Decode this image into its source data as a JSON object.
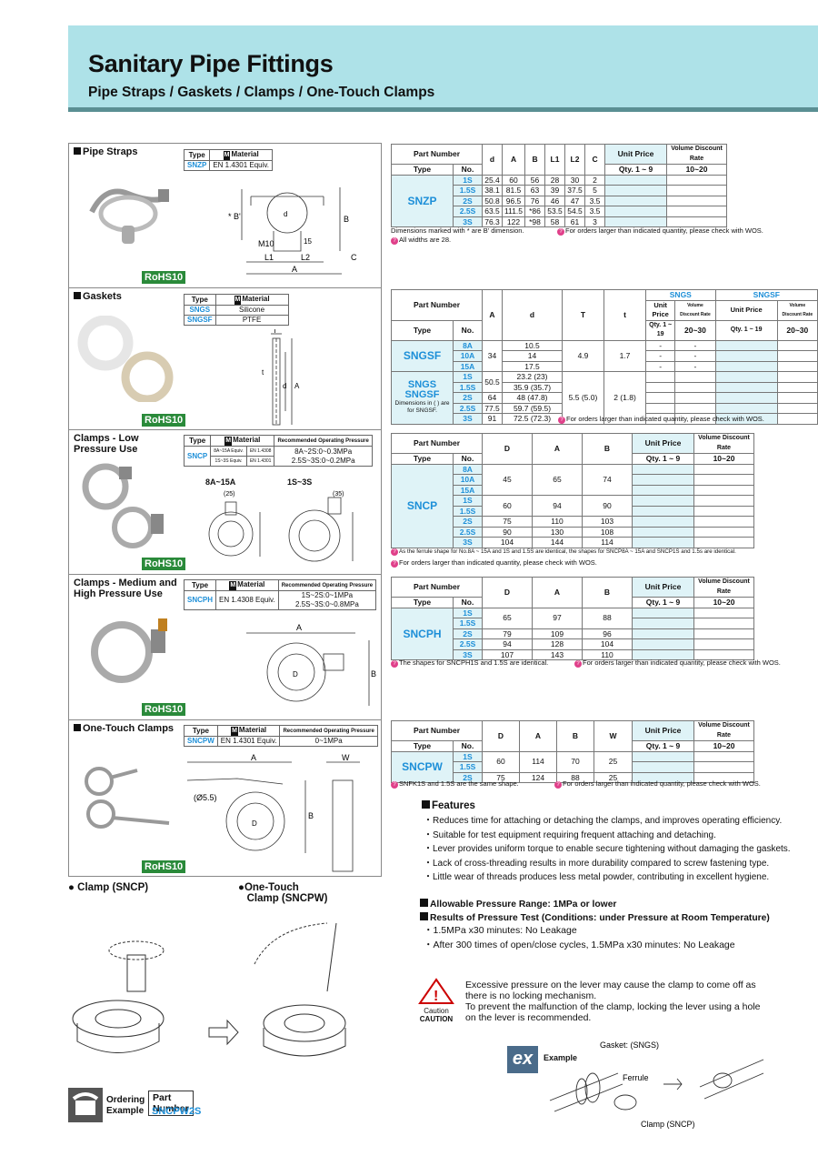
{
  "header": {
    "title": "Sanitary Pipe Fittings",
    "subtitle": "Pipe Straps / Gaskets / Clamps / One-Touch Clamps"
  },
  "colors": {
    "banner": "#aee2e8",
    "accent_blue": "#1d8fd8",
    "cell_fill": "#dff3f7",
    "rohs_green": "#2a8a3a"
  },
  "common": {
    "rohs": "RoHS10",
    "type_h": "Type",
    "material_h": "Material",
    "m_mark": "M",
    "pressure_h": "Recommended Operating Pressure",
    "part_number_h": "Part Number",
    "no_h": "No.",
    "unit_price_h": "Unit Price",
    "vdr_h": "Volume Discount Rate",
    "qty_h": "Qty. 1 ~ 9",
    "qty2_h": "10~20"
  },
  "pipe_straps": {
    "title": "Pipe Straps",
    "mat_type": "SNZP",
    "mat_value": "EN 1.4301 Equiv.",
    "type": "SNZP",
    "headers": [
      "d",
      "A",
      "B",
      "L1",
      "L2",
      "C"
    ],
    "rows": [
      {
        "no": "1S",
        "v": [
          "25.4",
          "60",
          "56",
          "28",
          "30",
          "2"
        ]
      },
      {
        "no": "1.5S",
        "v": [
          "38.1",
          "81.5",
          "63",
          "39",
          "37.5",
          "5"
        ]
      },
      {
        "no": "2S",
        "v": [
          "50.8",
          "96.5",
          "76",
          "46",
          "47",
          "3.5"
        ]
      },
      {
        "no": "2.5S",
        "v": [
          "63.5",
          "111.5",
          "*86",
          "53.5",
          "54.5",
          "3.5"
        ]
      },
      {
        "no": "3S",
        "v": [
          "76.3",
          "122",
          "*98",
          "58",
          "61",
          "3"
        ]
      }
    ],
    "note1": "Dimensions marked with * are B' dimension.",
    "note2": "For orders larger than indicated quantity, please check with WOS.",
    "note3": "All widths are 28.",
    "drawing": {
      "b_prime": "* B'",
      "b": "B",
      "d": "d",
      "m10": "M10",
      "l1": "L1",
      "l2": "L2",
      "a": "A",
      "c": "C",
      "fifteen": "15"
    }
  },
  "gaskets": {
    "title": "Gaskets",
    "materials": [
      {
        "type": "SNGS",
        "value": "Silicone"
      },
      {
        "type": "SNGSF",
        "value": "PTFE"
      }
    ],
    "headers": {
      "a": "A",
      "d": "d",
      "T": "T",
      "t": "t",
      "sngs": "SNGS",
      "sngsf": "SNGSF",
      "qty1": "Qty. 1 ~ 19",
      "qty2": "20~30"
    },
    "type_a": "SNGSF",
    "type_b1": "SNGS",
    "type_b2": "SNGSF",
    "type_b_note": "Dimensions in ( ) are for SNGSF.",
    "rows_a": [
      {
        "no": "8A",
        "d": "10.5"
      },
      {
        "no": "10A",
        "d": "14"
      },
      {
        "no": "15A",
        "d": "17.5"
      }
    ],
    "a_A": "34",
    "a_T": "4.9",
    "a_t": "1.7",
    "rows_b": [
      {
        "no": "1S",
        "A": "",
        "d": "23.2 (23)"
      },
      {
        "no": "1.5S",
        "A": "",
        "d": "35.9 (35.7)"
      },
      {
        "no": "2S",
        "A": "64",
        "d": "48 (47.8)"
      },
      {
        "no": "2.5S",
        "A": "77.5",
        "d": "59.7 (59.5)"
      },
      {
        "no": "3S",
        "A": "91",
        "d": "72.5 (72.3)"
      }
    ],
    "b_A_merged": "50.5",
    "b_T": "5.5 (5.0)",
    "b_t": "2 (1.8)",
    "dash": "-",
    "note": "For orders larger than indicated quantity, please check with WOS.",
    "drawing": {
      "T": "T",
      "t": "t",
      "d": "d",
      "A": "A"
    }
  },
  "clamps_low": {
    "title": "Clamps - Low Pressure Use",
    "mat_type": "SNCP",
    "mat_value_a": "8A~15A Equiv.",
    "mat_value_b": "1S~3S Equiv.",
    "mat_value_c": "EN 1.4308",
    "mat_value_d": "EN 1.4301",
    "pressure_1": "8A~2S:0~0.3MPa",
    "pressure_2": "2.5S~3S:0~0.2MPa",
    "draw_label_a": "8A~15A",
    "draw_label_b": "1S~3S",
    "draw_dim_a": "(25)",
    "draw_dim_b": "(35)",
    "type": "SNCP",
    "headers": [
      "D",
      "A",
      "B"
    ],
    "rows": [
      {
        "no": "8A"
      },
      {
        "no": "10A"
      },
      {
        "no": "15A"
      },
      {
        "no": "1S"
      },
      {
        "no": "1.5S"
      },
      {
        "no": "2S",
        "v": [
          "75",
          "110",
          "103"
        ]
      },
      {
        "no": "2.5S",
        "v": [
          "90",
          "130",
          "108"
        ]
      },
      {
        "no": "3S",
        "v": [
          "104",
          "144",
          "114"
        ]
      }
    ],
    "merged_a": [
      "45",
      "65",
      "74"
    ],
    "merged_b": [
      "60",
      "94",
      "90"
    ],
    "note1": "As the ferrule shape for No.8A ~ 15A and 1S and 1.5S are identical, the shapes for SNCP8A ~ 15A and SNCP1S and 1.5s are identical.",
    "note2": "For orders larger than indicated quantity, please check with WOS."
  },
  "clamps_high": {
    "title": "Clamps - Medium and High Pressure Use",
    "mat_type": "SNCPH",
    "mat_value": "EN 1.4308 Equiv.",
    "pressure_1": "1S~2S:0~1MPa",
    "pressure_2": "2.5S~3S:0~0.8MPa",
    "type": "SNCPH",
    "headers": [
      "D",
      "A",
      "B"
    ],
    "rows": [
      {
        "no": "1S"
      },
      {
        "no": "1.5S"
      },
      {
        "no": "2S",
        "v": [
          "79",
          "109",
          "96"
        ]
      },
      {
        "no": "2.5S",
        "v": [
          "94",
          "128",
          "104"
        ]
      },
      {
        "no": "3S",
        "v": [
          "107",
          "143",
          "110"
        ]
      }
    ],
    "merged": [
      "65",
      "97",
      "88"
    ],
    "note1": "The shapes for SNCPH1S and 1.5S are identical.",
    "note2": "For orders larger than indicated quantity, please check with WOS.",
    "drawing": {
      "a": "A",
      "b": "B",
      "d": "D"
    }
  },
  "one_touch": {
    "title": "One-Touch Clamps",
    "mat_type": "SNCPW",
    "mat_value": "EN 1.4301 Equiv.",
    "pressure": "0~1MPa",
    "type": "SNCPW",
    "headers": [
      "D",
      "A",
      "B",
      "W"
    ],
    "rows": [
      {
        "no": "1S"
      },
      {
        "no": "1.5S"
      },
      {
        "no": "2S",
        "v": [
          "75",
          "124",
          "88",
          "25"
        ]
      }
    ],
    "merged": [
      "60",
      "114",
      "70",
      "25"
    ],
    "note1": "SNFK1S and 1.5S are the same shape.",
    "note2": "For orders larger than indicated quantity, please check with WOS.",
    "drawing": {
      "a": "A",
      "w": "W",
      "b": "B",
      "d": "D",
      "phi": "(Ø5.5)"
    }
  },
  "features": {
    "title": "Features",
    "items": [
      "Reduces time for attaching or detaching the clamps, and improves operating efficiency.",
      "Suitable for test equipment requiring frequent attaching and detaching.",
      "Lever provides uniform torque to enable secure tightening without damaging the gaskets.",
      "Lack of cross-threading results in more durability compared to screw fastening type.",
      "Little wear of threads produces less metal powder, contributing in excellent hygiene."
    ],
    "pressure_range": "Allowable Pressure Range: 1MPa or lower",
    "test_title": "Results of Pressure Test (Conditions: under Pressure at Room Temperature)",
    "test_items": [
      "1.5MPa x30 minutes: No Leakage",
      "After 300 times of open/close cycles, 1.5MPa x30 minutes: No Leakage"
    ]
  },
  "caution": {
    "label1": "Caution",
    "label2": "CAUTION",
    "text1": "Excessive pressure on the lever may cause the clamp to come off as there is no locking mechanism.",
    "text2": "To prevent the malfunction of the clamp, locking the lever using a hole on the lever is recommended."
  },
  "example": {
    "badge": "ex",
    "label": "Example",
    "gasket": "Gasket: (SNGS)",
    "ferrule": "Ferrule",
    "clamp": "Clamp (SNCP)"
  },
  "bottom": {
    "clamp_label": "Clamp (SNCP)",
    "one_touch_label1": "One-Touch",
    "one_touch_label2": "Clamp (SNCPW)"
  },
  "ordering": {
    "label1": "Ordering",
    "label2": "Example",
    "part_h": "Part Number",
    "part": "SNCPW2S"
  }
}
